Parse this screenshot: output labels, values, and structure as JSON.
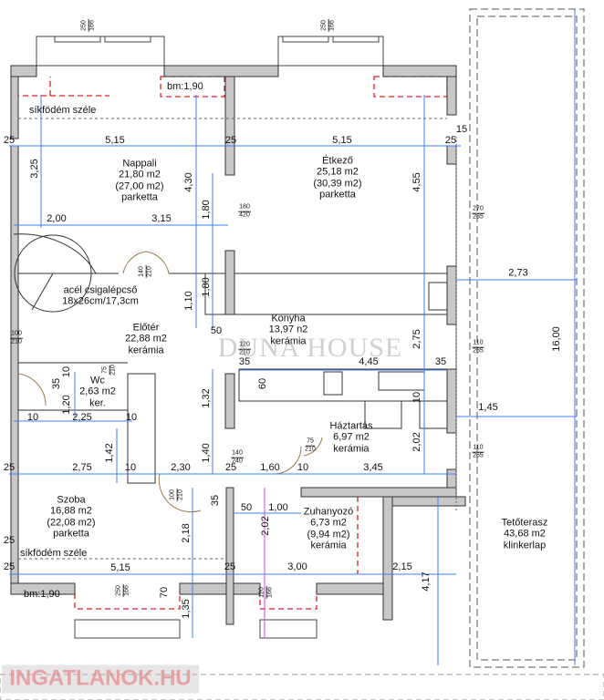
{
  "rooms": {
    "nappali": {
      "name": "Nappali",
      "area": "21,80 m2",
      "gross": "(27,00 m2)",
      "floor": "parketta"
    },
    "etkezo": {
      "name": "Étkező",
      "area": "25,18 m2",
      "gross": "(30,39 m2)",
      "floor": "parketta"
    },
    "stairs": {
      "name": "acél csigalépcső",
      "size": "18x26cm/17,3cm"
    },
    "eloter": {
      "name": "Előtér",
      "area": "22,88 m2",
      "floor": "kerámia"
    },
    "konyha": {
      "name": "Konyha",
      "area": "13,97 n2",
      "floor": "kerámia"
    },
    "wc": {
      "name": "Wc",
      "area": "2,63 m2",
      "floor": "ker."
    },
    "haztartas": {
      "name": "Háztartás",
      "area": "6,97 m2",
      "floor": "kerámia"
    },
    "szoba": {
      "name": "Szoba",
      "area": "16,88 m2",
      "gross": "(22,08 m2)",
      "floor": "parketta"
    },
    "zuhanyozo": {
      "name": "Zuhanyozó",
      "area": "6,73 m2",
      "gross": "(9,94 m2)",
      "floor": "kerámia"
    },
    "terasz": {
      "name": "Tetőterasz",
      "area": "43,68 m2",
      "floor": "klinkerlap"
    }
  },
  "notes": {
    "bm_top": "bm:1,90",
    "slab_top": "síkfödém széle",
    "slab_bottom": "síkfödém széle",
    "bm_bottom": "bm:1,90"
  },
  "dims_h": [
    "25",
    "5,15",
    "25",
    "5,15",
    "25",
    "15",
    "2,00",
    "3,15",
    "2,73",
    "35",
    "4,45",
    "35",
    "1,45",
    "10",
    "2,25",
    "10",
    "25",
    "2,75",
    "10",
    "2,30",
    "25",
    "1,60",
    "10",
    "3,45",
    "50",
    "50",
    "1,00",
    "25",
    "25",
    "3,00",
    "2,15",
    "5,15",
    "25",
    "10"
  ],
  "dims_v": [
    "3,25",
    "4,30",
    "1,80",
    "1,80",
    "1,10",
    "4,55",
    "2,75",
    "60",
    "1,32",
    "10",
    "1,40",
    "2,02",
    "16,00",
    "1,42",
    "1,20",
    "35",
    "35",
    "2,18",
    "2,02",
    "4,17",
    "70",
    "1,35",
    "10"
  ],
  "openings": [
    [
      "250",
      "166"
    ],
    [
      "250",
      "166"
    ],
    [
      "250",
      "166"
    ],
    [
      "180",
      "420"
    ],
    [
      "140",
      "210"
    ],
    [
      "100",
      "210"
    ],
    [
      "75",
      "210"
    ],
    [
      "120",
      "210"
    ],
    [
      "140",
      "240"
    ],
    [
      "75",
      "210"
    ],
    [
      "100",
      "210"
    ],
    [
      "120",
      "166"
    ],
    [
      "270",
      "265"
    ],
    [
      "110",
      "265"
    ],
    [
      "110",
      "265"
    ]
  ],
  "watermarks": {
    "agency": "DUNA HOUSE",
    "portal": "INGATLANOK.HU"
  },
  "colors": {
    "dimension": "#3b82f6",
    "wall": "#555555",
    "dashed_red": "#e02020"
  }
}
